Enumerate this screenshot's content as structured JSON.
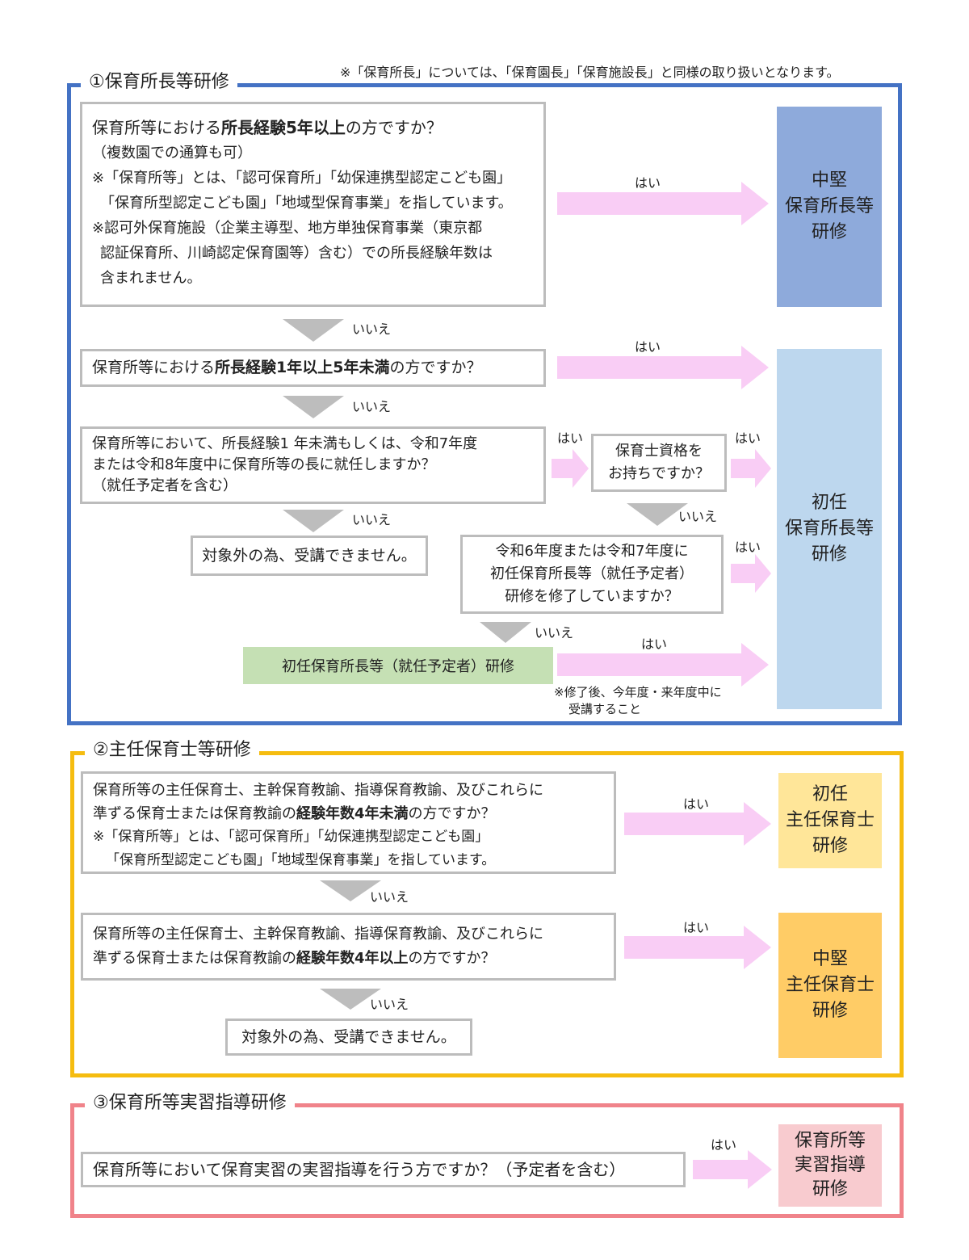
{
  "colors": {
    "section1": "#4472c4",
    "section2": "#f5bc10",
    "section3": "#f0838a",
    "arrow": "#f9cdf5",
    "down_arrow": "#bdbdbd",
    "box_border": "#bcbcbc",
    "result_chuken_shochou": "#8eaadb",
    "result_shonin_shochou": "#bdd7ee",
    "result_shonin_shunin": "#ffe699",
    "result_chuken_shunin": "#ffcc66",
    "result_jisshu": "#f8cbcf",
    "green_box": "#c5e0b4"
  },
  "section1": {
    "title": "①保育所長等研修",
    "note": "※「保育所長」については、「保育園長」「保育施設長」と同様の取り扱いとなります。",
    "q1": {
      "l1_pre": "保育所等における",
      "l1_bold": "所長経験5年以上",
      "l1_post": "の方ですか？",
      "l2": "（複数園での通算も可）",
      "l3": "※「保育所等」とは、「認可保育所」「幼保連携型認定こども園」",
      "l4": "「保育所型認定こども園」「地域型保育事業」を指しています。",
      "l5": "※認可外保育施設（企業主導型、地方単独保育事業（東京都",
      "l6": "認証保育所、川崎認定保育園等）含む）での所長経験年数は",
      "l7": "含まれません。"
    },
    "q2": {
      "pre": "保育所等における",
      "bold": "所長経験1年以上5年未満",
      "post": "の方ですか？"
    },
    "q3": {
      "l1": "保育所等において、所長経験1 年未満もしくは、令和7年度",
      "l2": "または令和8年度中に保育所等の長に就任しますか？",
      "l3": "（就任予定者を含む）"
    },
    "q4": {
      "l1": "保育士資格を",
      "l2": "お持ちですか？"
    },
    "q5": {
      "l1": "令和6年度または令和7年度に",
      "l2": "初任保育所長等（就任予定者）",
      "l3": "研修を修了していますか？"
    },
    "out_of_scope": "対象外の為、受講できません。",
    "green": "初任保育所長等（就任予定者）研修",
    "green_note_l1": "※修了後、今年度・来年度中に",
    "green_note_l2": "受講すること",
    "result_chuken": {
      "l1": "中堅",
      "l2": "保育所長等",
      "l3": "研修"
    },
    "result_shonin": {
      "l1": "初任",
      "l2": "保育所長等",
      "l3": "研修"
    }
  },
  "section2": {
    "title": "②主任保育士等研修",
    "q1": {
      "l1": "保育所等の主任保育士、主幹保育教諭、指導保育教諭、及びこれらに",
      "l2_pre": "準ずる保育士または保育教諭の",
      "l2_bold": "経験年数4年未満",
      "l2_post": "の方ですか？",
      "l3": "※「保育所等」とは、「認可保育所」「幼保連携型認定こども園」",
      "l4": "「保育所型認定こども園」「地域型保育事業」を指しています。"
    },
    "q2": {
      "l1": "保育所等の主任保育士、主幹保育教諭、指導保育教諭、及びこれらに",
      "l2_pre": "準ずる保育士または保育教諭の",
      "l2_bold": "経験年数4年以上",
      "l2_post": "の方ですか？"
    },
    "out_of_scope": "対象外の為、受講できません。",
    "result_shonin": {
      "l1": "初任",
      "l2": "主任保育士",
      "l3": "研修"
    },
    "result_chuken": {
      "l1": "中堅",
      "l2": "主任保育士",
      "l3": "研修"
    }
  },
  "section3": {
    "title": "③保育所等実習指導研修",
    "q1": "保育所等において保育実習の実習指導を行う方ですか？（予定者を含む）",
    "result": {
      "l1": "保育所等",
      "l2": "実習指導",
      "l3": "研修"
    }
  },
  "labels": {
    "yes": "はい",
    "no": "いいえ"
  }
}
